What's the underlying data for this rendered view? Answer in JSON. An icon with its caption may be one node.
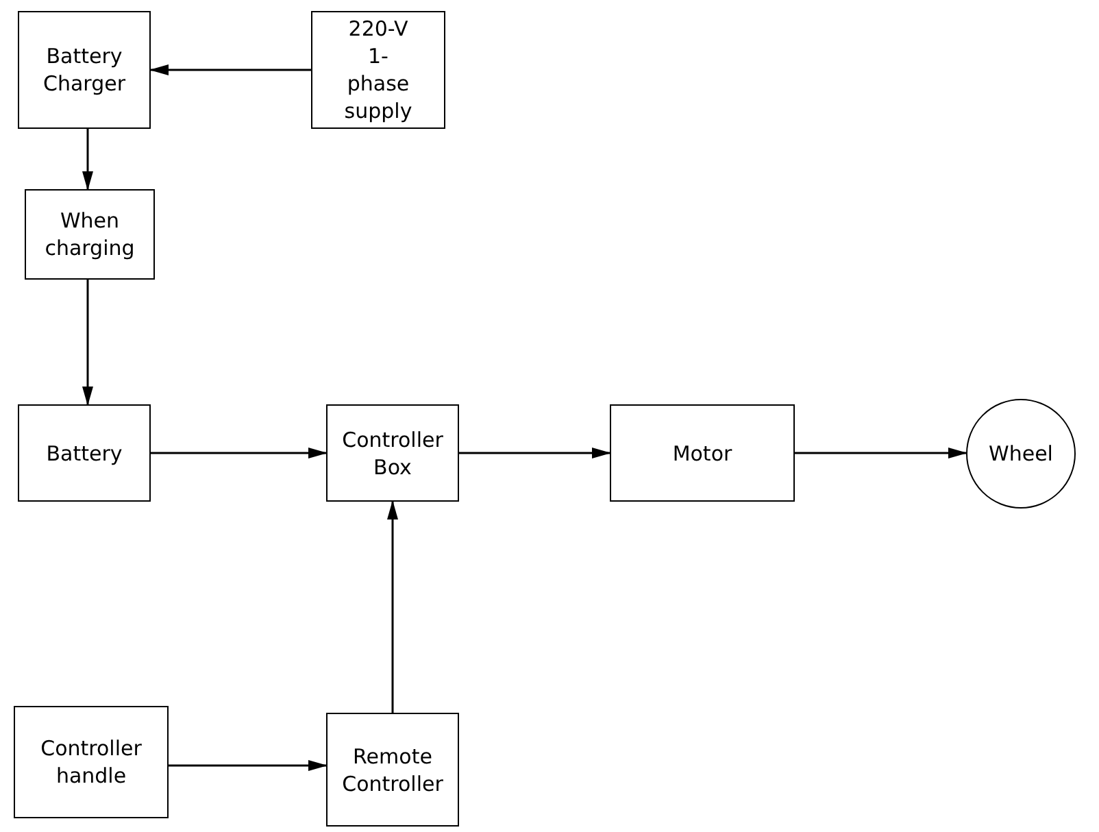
{
  "diagram": {
    "nodes": [
      {
        "text": [
          "Battery Charger"
        ]
      },
      {
        "text": [
          "220-V 1-phase supply"
        ]
      },
      {
        "text": [
          "When charging"
        ]
      },
      {
        "text": [
          "Battery"
        ]
      },
      {
        "text": [
          "Controller Box"
        ]
      },
      {
        "text": [
          "Motor"
        ]
      },
      {
        "text": [
          "Wheel"
        ]
      },
      {
        "text": [
          "Controller handle"
        ]
      },
      {
        "text": [
          "Remote Controller"
        ]
      }
    ],
    "edges": [
      {
        "from": 1,
        "to": 0,
        "arrow": "to"
      },
      {
        "from": 0,
        "to": 2,
        "arrow": "to"
      },
      {
        "from": 2,
        "to": 3,
        "arrow": "to"
      },
      {
        "from": 3,
        "to": 4,
        "arrow": "to"
      },
      {
        "from": 4,
        "to": 5,
        "arrow": "to"
      },
      {
        "from": 5,
        "to": 6,
        "arrow": "to"
      },
      {
        "from": 7,
        "to": 8,
        "arrow": "to"
      },
      {
        "from": 8,
        "to": 4,
        "arrow": "to"
      }
    ]
  }
}
